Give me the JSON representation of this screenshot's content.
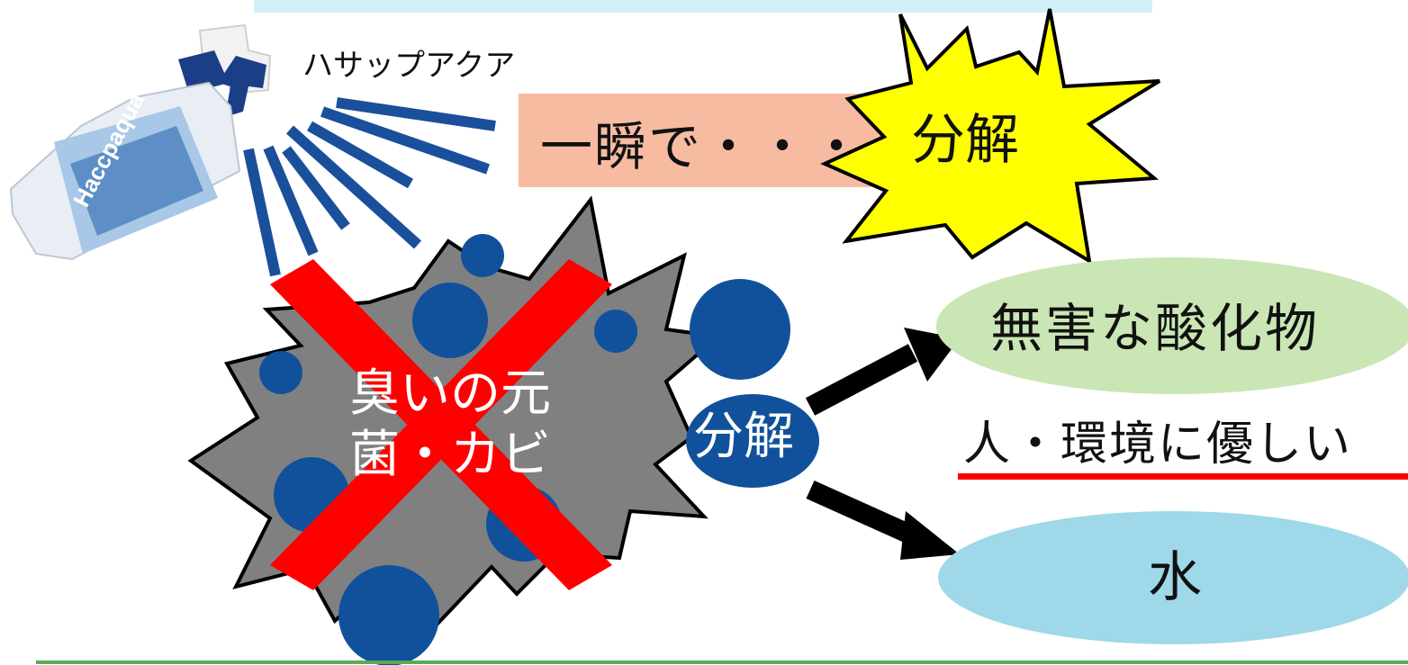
{
  "product": {
    "name_label": "ハサップアクア",
    "bottle_brand": "Haccpaqua"
  },
  "banner": {
    "instant_text": "一瞬で・・・",
    "burst_text": "分解"
  },
  "odor_source": {
    "line1": "臭いの元",
    "line2": "菌・カビ"
  },
  "decompose": {
    "label": "分解"
  },
  "results": {
    "oxide_label": "無害な酸化物",
    "eco_label": "人・環境に優しい",
    "water_label": "水"
  },
  "colors": {
    "spray_blue": "#1a4f9c",
    "salmon": "#f7bba2",
    "burst_yellow": "#ffff00",
    "gray_splat": "#808080",
    "dot_blue": "#11519b",
    "red_x": "#ff0000",
    "oxide_green": "#c9e6b4",
    "water_blue": "#9fd8e8",
    "top_band": "#d2eef7",
    "bottom_line": "#5aaa5a",
    "underline_red": "#ff0000"
  }
}
